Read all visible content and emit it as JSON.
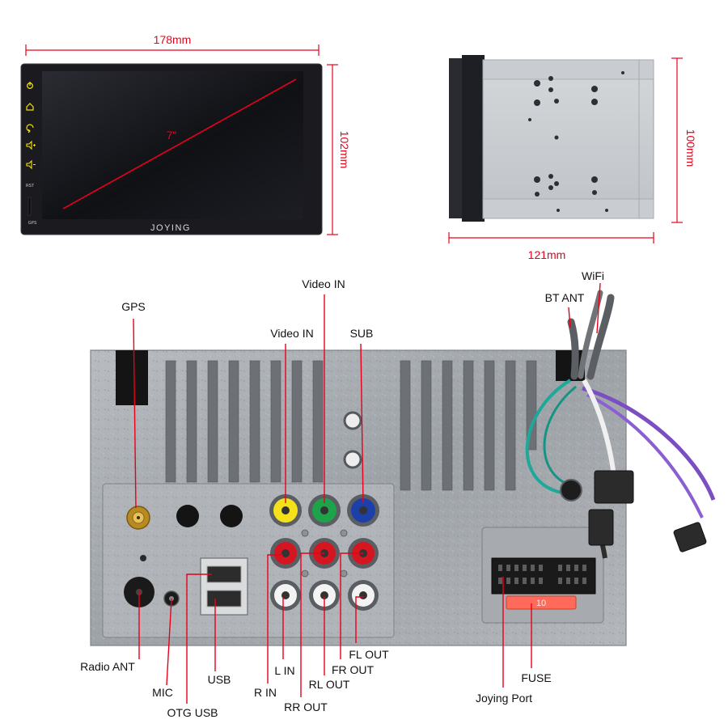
{
  "colors": {
    "dimension": "#e8001a",
    "callout": "#e8001a",
    "screen_bezel": "#1b1b1f",
    "button_icon": "#f2e100",
    "chassis": "#a9adb2",
    "rca_yellow": "#f5e11a",
    "rca_green": "#1fa34a",
    "rca_red": "#d5151f",
    "rca_white": "#f3f3f3",
    "rca_blue": "#1c3fa8",
    "wire_green": "#1ea89a",
    "wire_purple": "#7b4fc2",
    "fuse": "#ff6a5a"
  },
  "front_view": {
    "width_label": "178mm",
    "height_label": "102mm",
    "diagonal_label": "7\"",
    "brand": "JOYING",
    "side_icons": [
      "power-icon",
      "home-icon",
      "back-icon",
      "volume-up-icon",
      "volume-down-icon"
    ],
    "rst_label": "RST",
    "gps_label": "GPS"
  },
  "side_view": {
    "height_label": "100mm",
    "width_label": "121mm"
  },
  "rear_view": {
    "fuse_value": "10",
    "ports": {
      "gps": "GPS",
      "video_in_top": "Video IN",
      "video_in": "Video IN",
      "sub": "SUB",
      "bt_ant": "BT ANT",
      "wifi": "WiFi",
      "radio_ant": "Radio ANT",
      "mic": "MIC",
      "otg_usb": "OTG USB",
      "usb": "USB",
      "r_in": "R IN",
      "l_in": "L IN",
      "rr_out": "RR OUT",
      "rl_out": "RL OUT",
      "fr_out": "FR OUT",
      "fl_out": "FL OUT",
      "fuse": "FUSE",
      "joying_port": "Joying Port"
    }
  }
}
